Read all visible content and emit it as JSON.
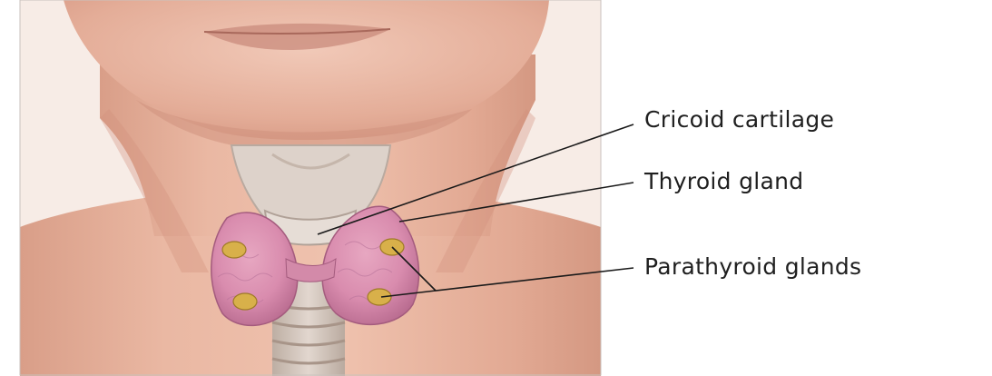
{
  "labels": {
    "cricoid_cartilage": "Cricoid cartilage",
    "thyroid_gland": "Thyroid gland",
    "parathyroid_glands": "Parathyroid glands"
  },
  "colors": {
    "background": "#ffffff",
    "skin": "#e9b8a5",
    "skin_shadow": "#d89d88",
    "thyroid": "#d98cae",
    "thyroid_shadow": "#b86b8f",
    "parathyroid": "#d8b04a",
    "cartilage": "#d9cfc7",
    "trachea": "#cfc1b7",
    "leader_line": "#1a1a1a",
    "label_text": "#1f1f1f"
  }
}
